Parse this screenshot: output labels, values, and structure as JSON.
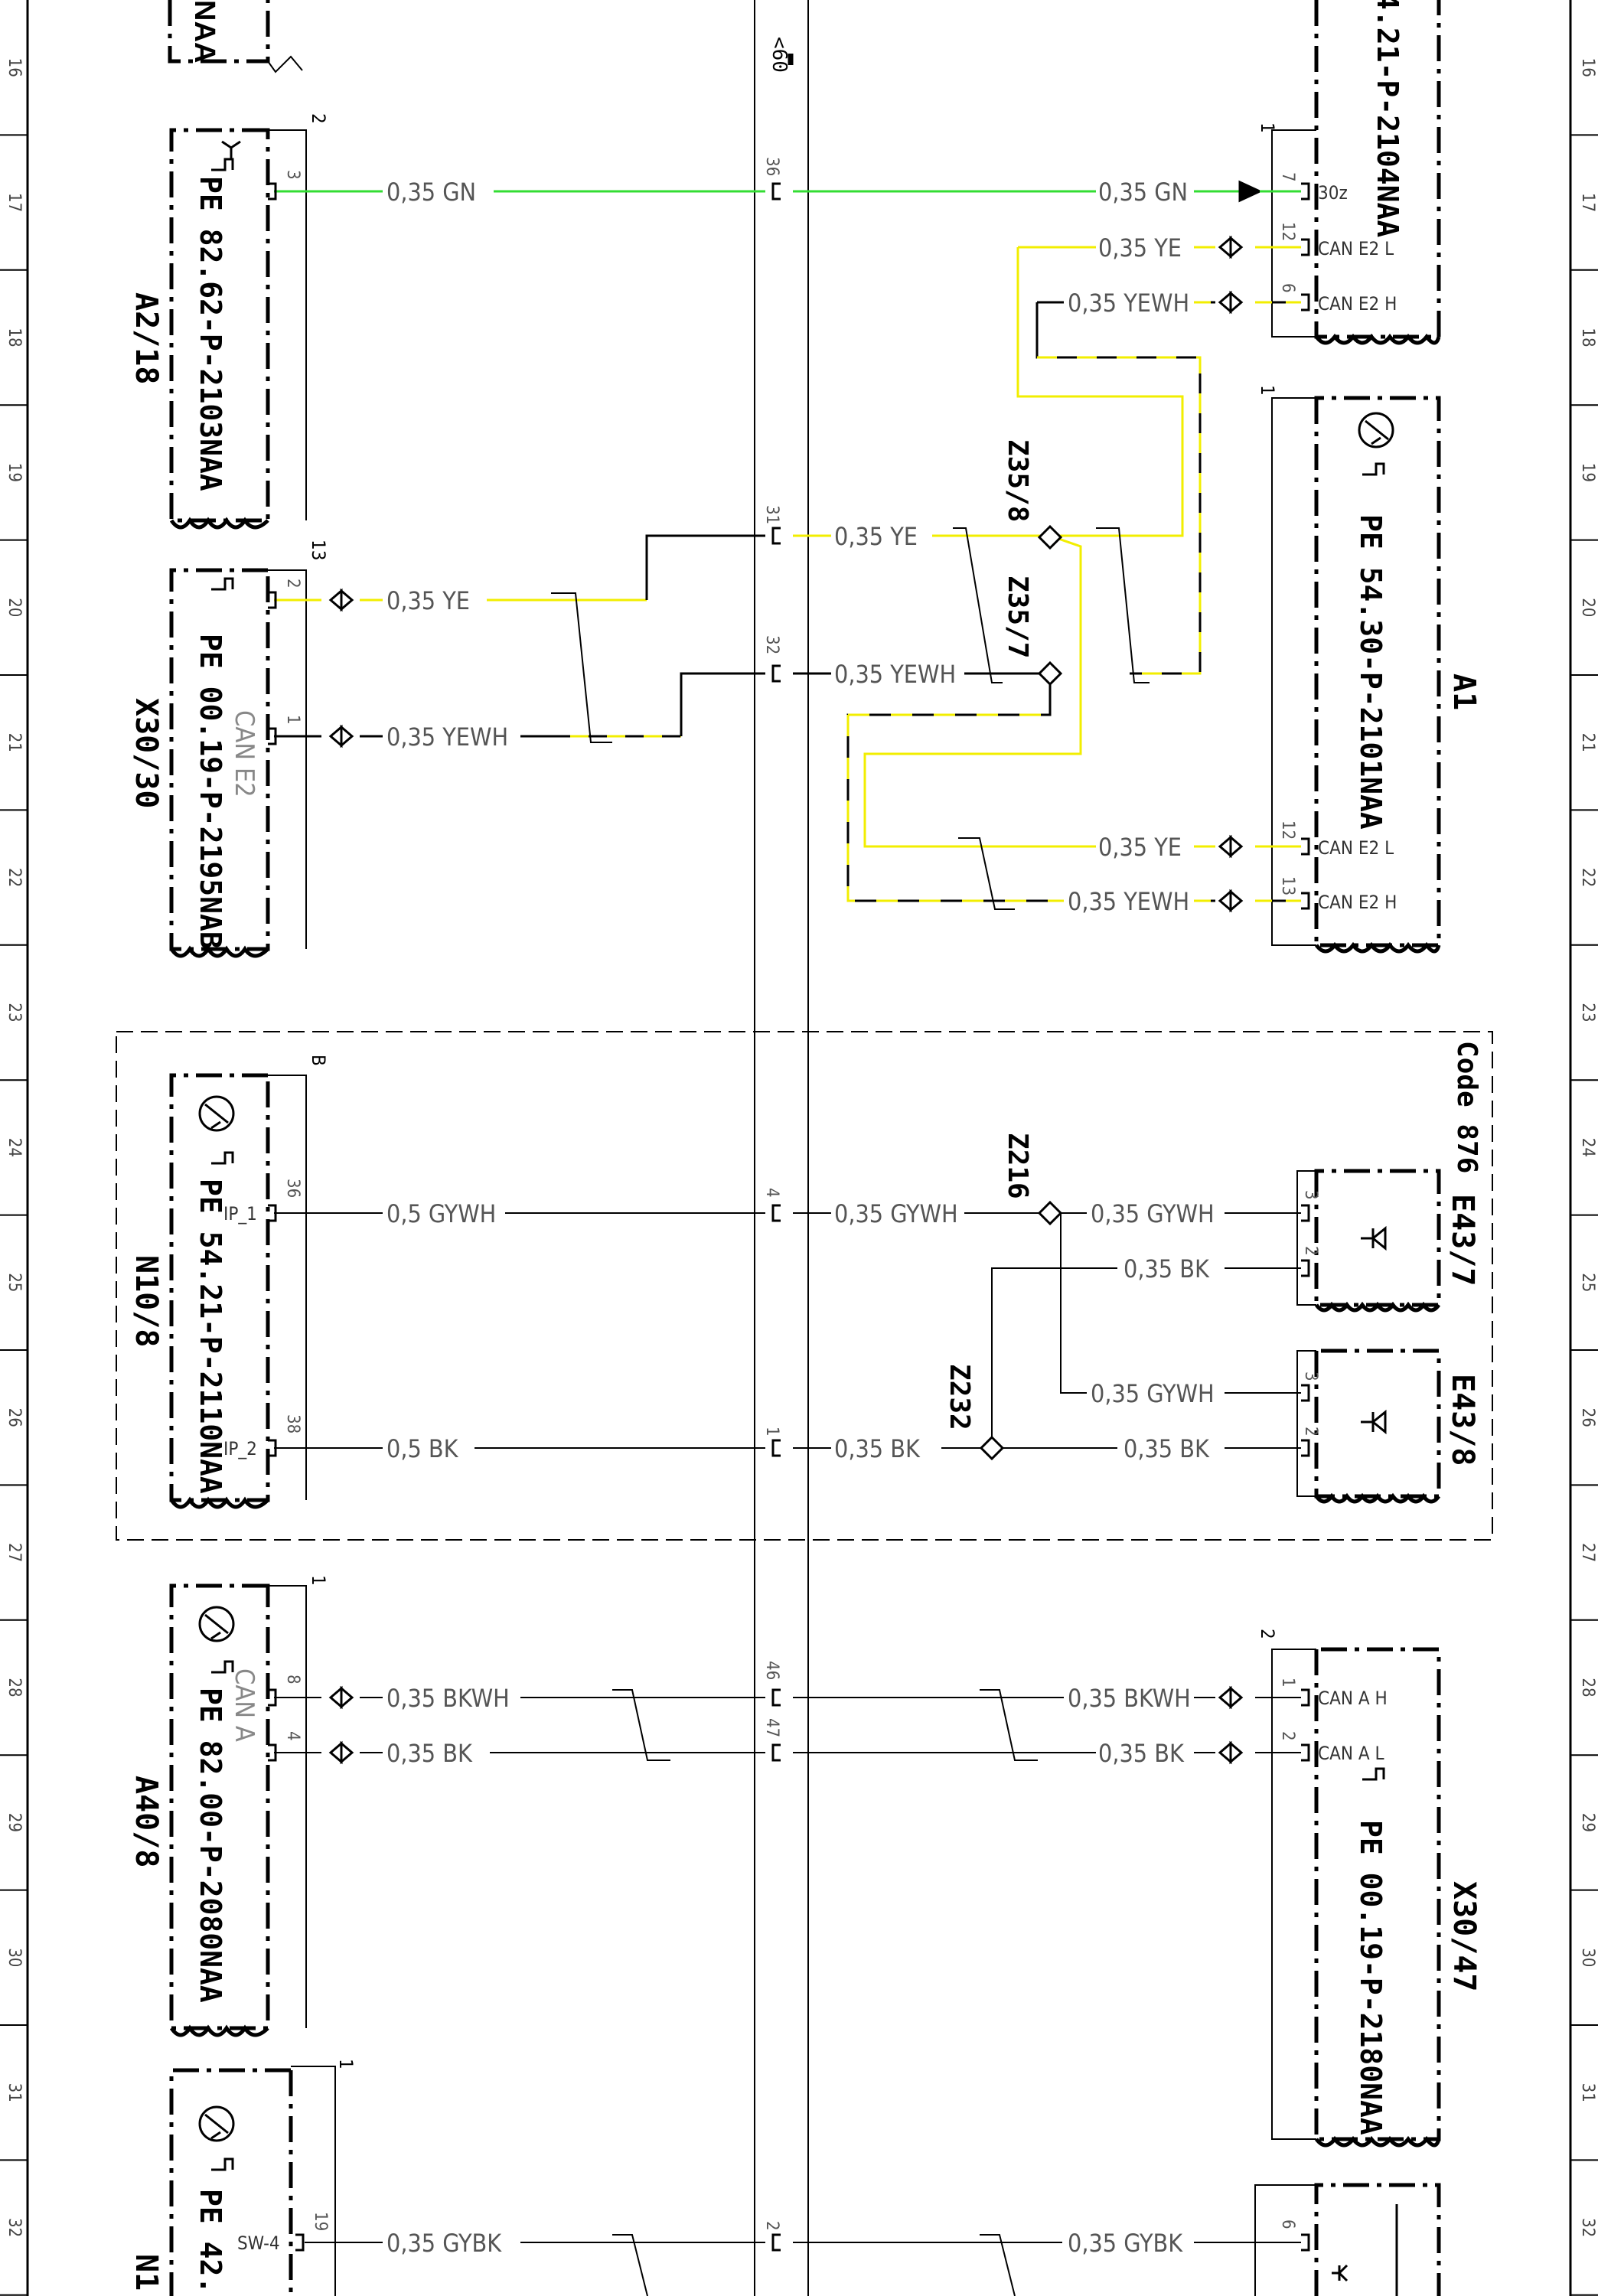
{
  "ruler": {
    "ticks": [
      "16",
      "17",
      "18",
      "19",
      "20",
      "21",
      "22",
      "23",
      "24",
      "25",
      "26",
      "27",
      "28",
      "29",
      "30",
      "31",
      "32"
    ]
  },
  "bus": {
    "top_label": "<60"
  },
  "colors": {
    "green": "#33dd33",
    "yellow": "#f2ee00",
    "black": "#000000",
    "stripe_dash": "#000000"
  },
  "components": {
    "a2_18": {
      "id": "A2/18",
      "pe": "PE 82.62-P-2103NAA",
      "conn_no": "2"
    },
    "x30_30": {
      "id": "X30/30",
      "pe": "PE 00.19-P-2195NAB",
      "conn_no": "13",
      "bus_label": "CAN E2"
    },
    "n10_8": {
      "id": "N10/8",
      "pe": "PE 54.21-P-2110NAA",
      "conn_no": "B"
    },
    "a40_8": {
      "id": "A40/8",
      "pe": "PE 82.00-P-2080NAA",
      "conn_no": "1",
      "bus_label": "CAN A"
    },
    "n1x": {
      "id": "N1",
      "pe": "PE 42.",
      "conn_no": "1"
    },
    "top_right": {
      "pe": "4.21-P-2104NAA",
      "conn_no": "1"
    },
    "top_left": {
      "fragment": "NAA"
    },
    "a1": {
      "id": "A1",
      "pe": "PE 54.30-P-2101NAA",
      "conn_no": "1"
    },
    "e43_7": {
      "id": "E43/7"
    },
    "e43_8": {
      "id": "E43/8"
    },
    "x30_47": {
      "id": "X30/47",
      "pe": "PE 00.19-P-2180NAA",
      "conn_no": "2"
    },
    "code": {
      "label": "Code 876"
    }
  },
  "splices": {
    "z35_8": "Z35/8",
    "z35_7": "Z35/7",
    "z216": "Z216",
    "z232": "Z232"
  },
  "pins": {
    "a2_18_3": "3",
    "x30_30_2": "2",
    "x30_30_1": "1",
    "n10_8_36": "36",
    "n10_8_38": "38",
    "a40_8_8": "8",
    "a40_8_4": "4",
    "n1x_19": "19",
    "bus_36": "36",
    "bus_31": "31",
    "bus_32": "32",
    "bus_4": "4",
    "bus_1": "1",
    "bus_46": "46",
    "bus_47": "47",
    "bus_2": "2",
    "tr_7": "7",
    "tr_12": "12",
    "tr_6": "6",
    "a1_12": "12",
    "a1_13": "13",
    "e43_7_3": "3",
    "e43_7_2": "2",
    "e43_8_3": "3",
    "e43_8_2": "2",
    "x30_47_1": "1",
    "x30_47_2": "2",
    "br_6": "6"
  },
  "pin_names": {
    "p30z": "30z",
    "can_e2_l": "CAN E2 L",
    "can_e2_h": "CAN E2 H",
    "can_e2_l_a1": "CAN E2 L",
    "can_e2_h_a1": "CAN E2 H",
    "ip_1": "IP_1",
    "ip_2": "IP_2",
    "can_a_h": "CAN A H",
    "can_a_l": "CAN A L",
    "sw_4": "SW-4"
  },
  "wires": {
    "gn_left": "0,35 GN",
    "gn_right": "0,35 GN",
    "ye_tr": "0,35 YE",
    "yewh_tr": "0,35 YEWH",
    "ye_left": "0,35 YE",
    "yewh_left": "0,35 YEWH",
    "ye_mid": "0,35 YE",
    "yewh_mid": "0,35 YEWH",
    "ye_a1": "0,35 YE",
    "yewh_a1": "0,35 YEWH",
    "gywh_left": "0,5 GYWH",
    "bk_left": "0,5 BK",
    "gywh_mid": "0,35 GYWH",
    "bk_mid": "0,35 BK",
    "gywh_e437": "0,35 GYWH",
    "bk_e437": "0,35 BK",
    "gywh_e438": "0,35 GYWH",
    "bk_e438": "0,35 BK",
    "bkwh_left": "0,35 BKWH",
    "bk_a40": "0,35 BK",
    "bkwh_right": "0,35 BKWH",
    "bk_right": "0,35 BK",
    "gybk_left": "0,35 GYBK",
    "gybk_right": "0,35 GYBK"
  }
}
